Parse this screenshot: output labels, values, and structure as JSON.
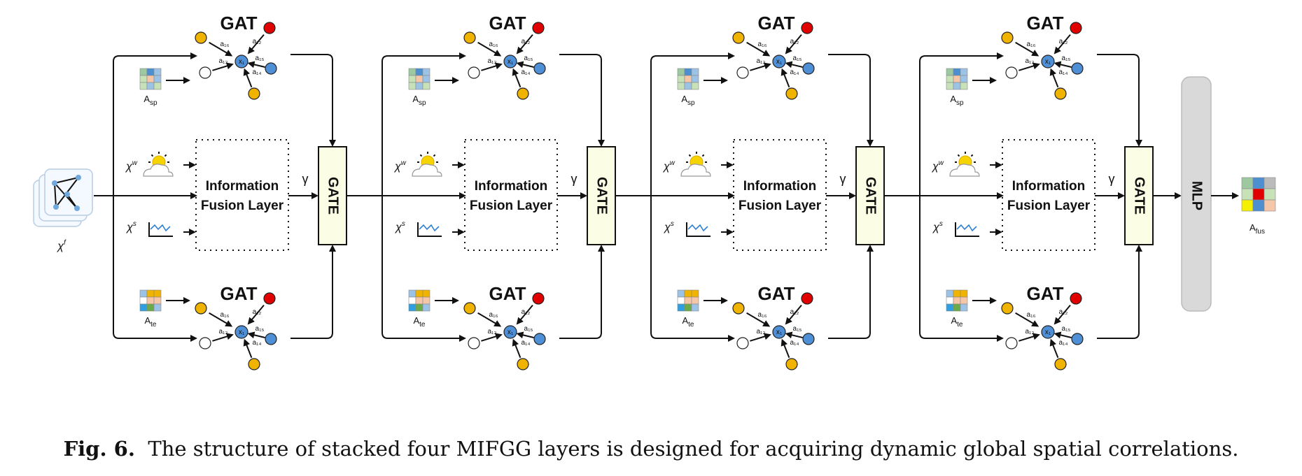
{
  "labels": {
    "gat": "GAT",
    "ifl_line1": "Information",
    "ifl_line2": "Fusion Layer",
    "gate": "GATE",
    "gamma": "γ",
    "mlp": "MLP",
    "a_sp": "A",
    "a_sp_sub": "sp",
    "a_te": "A",
    "a_te_sub": "te",
    "a_fus": "A",
    "a_fus_sub": "fus",
    "x_w": "χ",
    "x_w_sup": "w",
    "x_s": "χ",
    "x_s_sup": "s",
    "x_f": "χ",
    "x_f_sup": "f"
  },
  "gat_graph": {
    "center": "x₁",
    "edges": [
      "a₁₆",
      "a₁₂",
      "a₁₅",
      "a₁₄",
      "a₁₃"
    ],
    "node_colors": [
      "#f0b400",
      "#e00000",
      "#4f8fd6",
      "#f0b400",
      "#ffffff"
    ]
  },
  "matrices": {
    "a_sp": [
      "#9dc8a0",
      "#4e8fd0",
      "#9cc3e6",
      "#c8e2b8",
      "#f5c6a8",
      "#9cc3e6",
      "#c8e2b8",
      "#9cc3e6",
      "#c8e2b8"
    ],
    "a_te": [
      "#9cc3e6",
      "#f0b400",
      "#f0b400",
      "#ffffff",
      "#f5c6a8",
      "#f5c6a8",
      "#2f9fe0",
      "#6aaa4a",
      "#9cc3e6"
    ],
    "a_fus": [
      "#9dc8a0",
      "#4e8fd0",
      "#bbbbbb",
      "#c8e2b8",
      "#e00000",
      "#c8e2b8",
      "#f5f000",
      "#4e8fd0",
      "#f5c6a8"
    ]
  },
  "colors": {
    "gate_fill": "#fbfde4",
    "mlp_fill": "#d9d9d9",
    "node_center": "#4f8fd6"
  },
  "layers": [
    {
      "id": 1
    },
    {
      "id": 2
    },
    {
      "id": 3
    },
    {
      "id": 4
    }
  ],
  "caption": {
    "label": "Fig. 6.",
    "text": "The structure of stacked four MIFGG layers is designed for acquiring dynamic global spatial correlations."
  }
}
